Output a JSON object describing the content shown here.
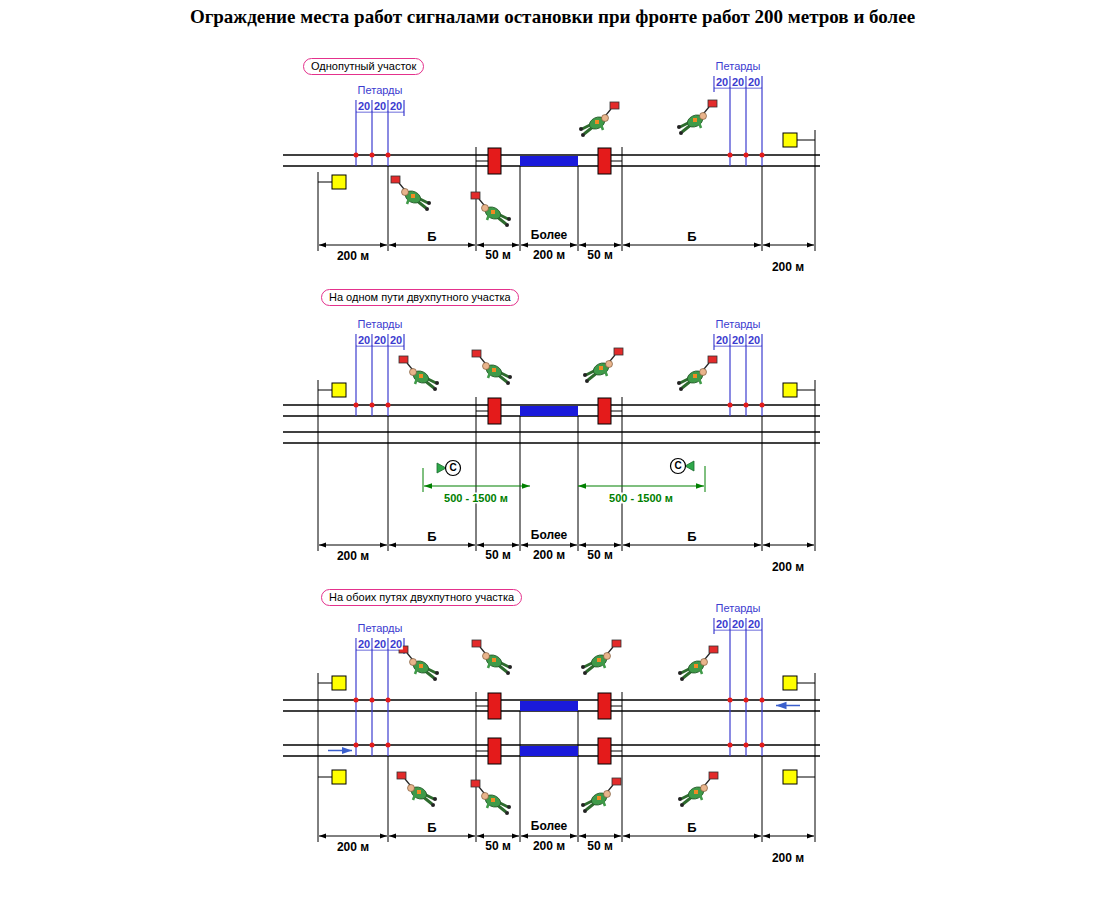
{
  "diagram": {
    "title": "Ограждение места работ сигналами остановки при фронте работ 200 метров и более",
    "nodes": [
      {
        "text": [
          "Однопутный участок"
        ]
      },
      {
        "text": [
          "На одном пути двухпутного участка"
        ]
      },
      {
        "text": [
          "На обоих путях двухпутного участка"
        ]
      }
    ],
    "labels": [
      "Петарды",
      "20",
      "20",
      "20",
      "Петарды",
      "20",
      "20",
      "20",
      "200 м",
      "Б",
      "50 м",
      "Более",
      "200 м",
      "50 м",
      "Б",
      "200 м",
      "Петарды",
      "20",
      "20",
      "20",
      "Петарды",
      "20",
      "20",
      "20",
      "С",
      "500 - 1500 м",
      "С",
      "500 - 1500 м",
      "200 м",
      "Б",
      "50 м",
      "Более",
      "200 м",
      "50 м",
      "Б",
      "200 м",
      "Петарды",
      "20",
      "20",
      "20",
      "Петарды",
      "20",
      "20",
      "20",
      "200 м",
      "Б",
      "50 м",
      "Более",
      "200 м",
      "50 м",
      "Б",
      "200 м"
    ]
  }
}
